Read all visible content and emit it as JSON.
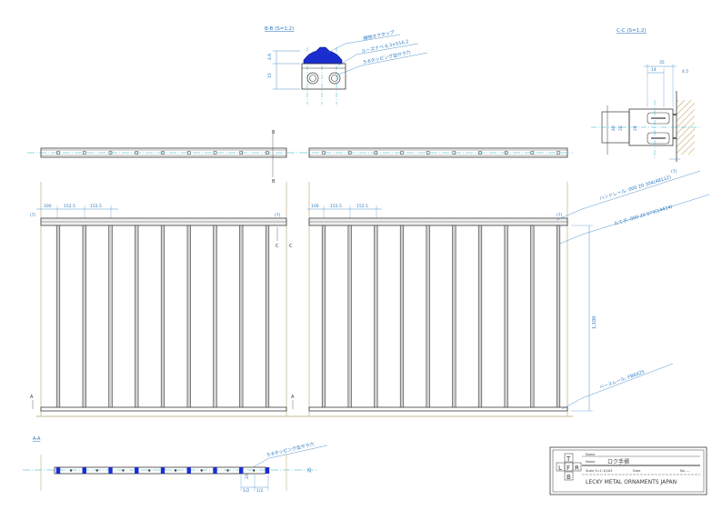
{
  "colors": {
    "outline": "#3a3a3a",
    "ground_line": "#b3a36a",
    "center_line": "#20b4c8",
    "dim_line": "#2a78c0",
    "blue_part": "#1a2ed0",
    "bar_fill": "#cfcfcf",
    "hatch": "#c9a86a"
  },
  "sections": {
    "bb_label": "B-B (S=1:2)",
    "cc_label": "C-C (S=1:2)",
    "aa_label": "A-A"
  },
  "callouts": {
    "bb_cap": "鋳物オクタップ",
    "bb_screw": "ルーズナベ 6.3×S16.2",
    "bb_tapping": "5-6タッピング皿サラ穴",
    "handrail": "ハンドレール: 000 20 304(48112)",
    "baluster": "たて子: 000 20 073(14414)",
    "base_rail": "ベースレール: FB6X25",
    "aa_tapping": "5-6タッピング皿サラ穴"
  },
  "dims": {
    "bb_height": "4.6",
    "bb_height2": "15",
    "cc_width": "35",
    "cc_inner": "14",
    "cc_gap": "4.5",
    "cc_seven": "(7)",
    "cc_40": "40",
    "cc_28": "28",
    "cc_24": "24",
    "edge_left": "100",
    "pitch1": "152.5",
    "pitch2": "152.5",
    "edge_right": "100",
    "pitch3": "152.5",
    "pitch4": "152.5",
    "seven": "(7)",
    "height": "1,100",
    "aa_half1": "1/2",
    "aa_half2": "1/2",
    "aa_right": "25",
    "aa_left": "20"
  },
  "markers": {
    "B_top": "B",
    "B_bottom": "B",
    "C1": "C",
    "C2": "C",
    "A1": "A",
    "A2": "A"
  },
  "title_block": {
    "cell_T": "T",
    "cell_L": "L",
    "cell_F": "F",
    "cell_R": "R",
    "cell_B": "B",
    "name_small": "Name",
    "name_label": "Name",
    "name_value": "ロク手摺",
    "row2_small": "Scale S=1:10/A3",
    "row2_mid": "Date",
    "row2_right": "No. ---",
    "company": "LECKY METAL ORNAMENTS JAPAN"
  }
}
